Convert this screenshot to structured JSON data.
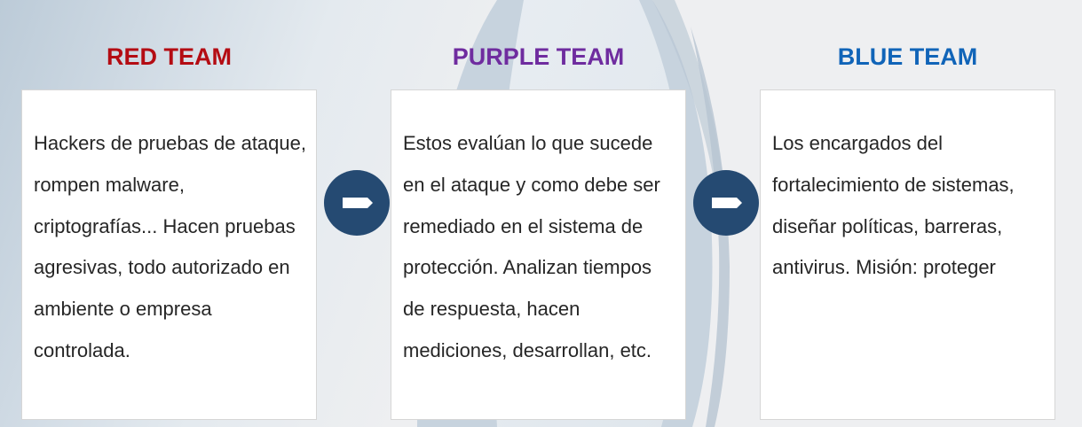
{
  "colors": {
    "red_team": "#b40c13",
    "purple_team": "#6f2c9f",
    "blue_team": "#1064b8",
    "connector": "#254a72"
  },
  "teams": [
    {
      "title": "RED TEAM",
      "description": "Hackers de pruebas de ataque, rompen malware, criptografías... Hacen pruebas agresivas, todo autorizado en ambiente o empresa controlada."
    },
    {
      "title": "PURPLE TEAM",
      "description": "Estos evalúan lo que sucede en el ataque y como debe ser remediado en el sistema de protección. Analizan tiempos de respuesta, hacen mediciones, desarrollan, etc."
    },
    {
      "title": "BLUE TEAM",
      "description": "Los encargados del fortalecimiento de sistemas, diseñar políticas, barreras, antivirus. Misión: proteger"
    }
  ],
  "connectors": [
    {
      "icon": "arrow-right-icon"
    },
    {
      "icon": "arrow-right-icon"
    }
  ]
}
